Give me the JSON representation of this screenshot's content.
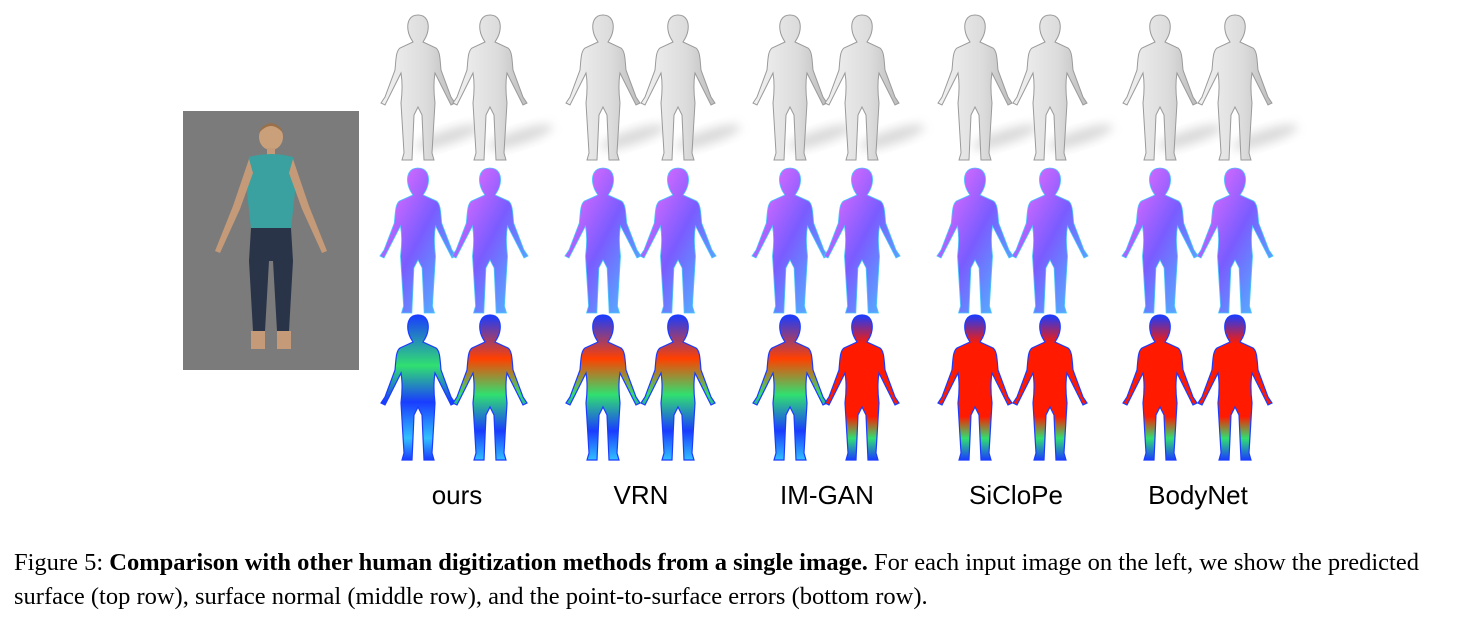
{
  "figure": {
    "methods": [
      "ours",
      "VRN",
      "IM-GAN",
      "SiCloPe",
      "BodyNet"
    ],
    "rows": [
      "predicted surface",
      "surface normal",
      "point-to-surface errors"
    ],
    "input_background": "#7b7b7b"
  },
  "caption": {
    "label": "Figure 5:",
    "title": "Comparison with other human digitization methods from a single image.",
    "body": "For each input image on the left, we show the predicted surface (top row), surface normal (middle row), and the point-to-surface errors (bottom row)."
  },
  "colors": {
    "surface_fill": "#e2e2e2",
    "surface_stroke": "#9a9a9a",
    "normal_a": "#ff70ff",
    "normal_b": "#7a5cff",
    "normal_c": "#48c8ff",
    "error_low": "#1a3cff",
    "error_mid": "#30e070",
    "error_high": "#ff1a00"
  }
}
